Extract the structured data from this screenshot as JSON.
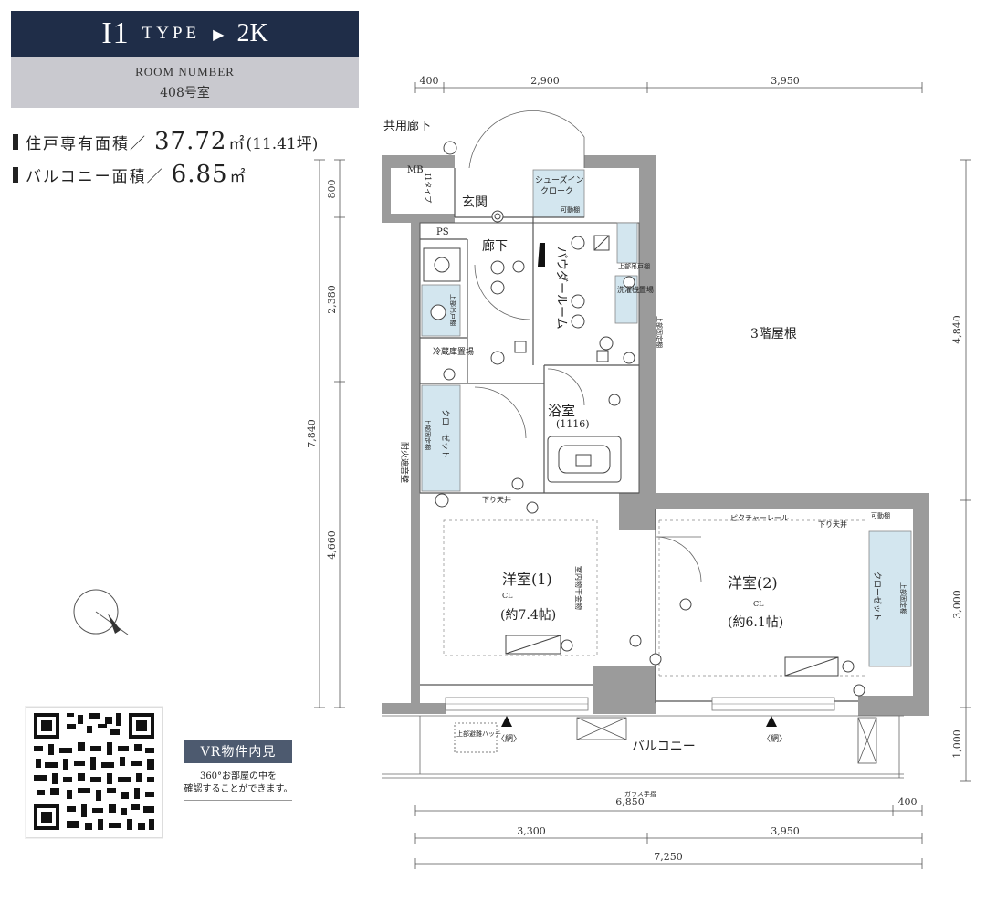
{
  "header": {
    "type_code": "I1",
    "type_word": "TYPE",
    "arrow": "▶",
    "layout": "2K"
  },
  "room": {
    "label": "ROOM NUMBER",
    "number": "408号室"
  },
  "areas": [
    {
      "label": "住戸専有面積／",
      "value": "37.72",
      "unit": "㎡",
      "sub": "(11.41坪)"
    },
    {
      "label": "バルコニー面積／",
      "value": "6.85",
      "unit": "㎡",
      "sub": ""
    }
  ],
  "vr": {
    "button": "VR物件内見",
    "line1": "360°お部屋の中を",
    "line2": "確認することができます。"
  },
  "dimensions": {
    "top": [
      "400",
      "2,900",
      "3,950"
    ],
    "left": [
      "800",
      "2,380",
      "7,840",
      "4,660"
    ],
    "right": [
      "4,840",
      "3,000",
      "1,000"
    ],
    "bottom1": [
      "6,850",
      "400"
    ],
    "bottom2": [
      "3,300",
      "3,950"
    ],
    "bottom3": [
      "7,250"
    ]
  },
  "rooms": {
    "corridor_common": "共用廊下",
    "entrance": "玄関",
    "hallway": "廊下",
    "powder": "パウダールーム",
    "shoes_cl": [
      "シューズイン",
      "クローク"
    ],
    "movable_shelf": "可動棚",
    "bath": "浴室",
    "bath_size": "(1116)",
    "western1": "洋室(1)",
    "western1_size": "(約7.4帖)",
    "western2": "洋室(2)",
    "western2_size": "(約6.1帖)",
    "roof": "3階屋根",
    "balcony": "バルコニー",
    "mb": "MB",
    "mb_sub": "I1タイプ",
    "ps": "PS",
    "fridge": "冷蔵庫置場",
    "closet": "クローゼット",
    "upper_shelf": "上部吊戸棚",
    "upper_fixed": "上部固定棚",
    "washer": "洗濯機置場",
    "lowered_ceiling": "下り天井",
    "picture_rail": "ピクチャーレール",
    "indoor_dryer": "室内物干金物",
    "fire_wall": "耐火遮音壁",
    "hatch": "上部避難ハッチ",
    "glass_rail": "ガラス手摺",
    "net": "〈網〉",
    "cl": "CL"
  },
  "colors": {
    "navy": "#1f2d48",
    "gray": "#c9c9cf",
    "wall": "#9b9b9b",
    "storage": "#d3e6ef"
  }
}
